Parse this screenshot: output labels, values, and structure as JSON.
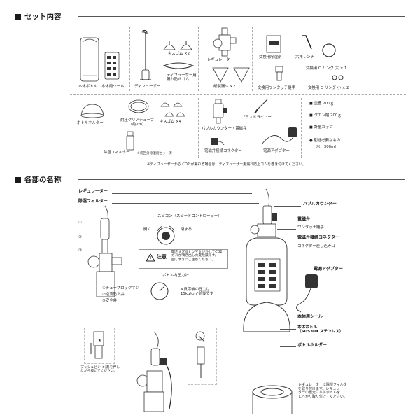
{
  "set_section": {
    "title": "セット内容",
    "items": {
      "main_bottle": "本体ボトル",
      "main_seal": "本体用シール",
      "diffuser": "ディフューザー",
      "suction_cup_2": "キスゴム ×2",
      "diffuser_leak_ring": "ディフューザー用\n漏れ防止ゴム",
      "regulator": "レギュレーター",
      "paper_funnel": "紙製漏斗 ×2",
      "refill_dehumidifier": "交換用除湿剤",
      "hex_wrench": "六角レンチ",
      "refill_one_touch": "交換用ワンタッチ継手",
      "o_ring_large": "交換用 O リング 大 × 1",
      "o_ring_small": "交換用 O リング 小 × 2",
      "bottle_holder": "ボトルホルダー",
      "pressure_tube": "耐圧クリアチューブ\n（約2m）",
      "suction_cup_4": "キスゴム ×4",
      "dehumid_filter": "除湿フィルター",
      "dehumid_filter_note": "※初回分除湿剤セット済",
      "bubble_counter": "バブルカウンター・電磁弁",
      "screwdriver": "プラスドライバー",
      "solenoid_connector": "電磁弁接続コネクター",
      "power_adapter": "電源アダプター",
      "weight": "重曹 200ｇ",
      "citric_acid": "クエン酸 200ｇ",
      "measuring_cup": "計量カップ",
      "separately_required": "別途必要なもの",
      "water": "水　300ml",
      "footnote": "※ディフューザーから CO2 が漏れる場合は、ディフューザー用漏れ防止ゴムを巻き付けてください。"
    }
  },
  "parts_section": {
    "title": "各部の名称",
    "labels": {
      "regulator": "レギュレーター",
      "dehumid_filter": "除湿フィルター",
      "speed_controller": "スピコン（スピードコントローラー）",
      "open": "開く",
      "close": "閉まる",
      "caution_title": "注意",
      "caution_text": "開きすぎるとツマミが外れてCO2\nガスが噴き出し大変危険です。\n回しすぎにご注意ください。",
      "bottle_gauge": "ボトル内圧力計",
      "num1": "①",
      "num2": "②",
      "num3": "③",
      "legend1": "①チューブロックネジ",
      "legend2": "②逆流防止弁",
      "legend3": "③安全弁",
      "gauge_note": "※反応後の圧力は\n15kg/cm²前後です",
      "bubble_counter": "バブルカウンター",
      "solenoid": "電磁弁",
      "one_touch": "ワンタッチ継手",
      "solenoid_connector": "電磁弁接続コネクター",
      "connector_plug": "コネクター差し込み口",
      "power_adapter": "電源アダプター",
      "main_seal": "本体用シール",
      "main_bottle": "本体ボトル\n（SUS304 ステンレス）",
      "bottle_holder": "ボトルホルダー",
      "push_note": "プッシュピン(★部)を押し\nながら抜いてください。",
      "star": "★",
      "filter_note": "レギュレーターに除湿フィルター\nを取り付けます。レギュレー\nターの根元に本体ボトルを\nしっかり取り付けてください。"
    }
  }
}
